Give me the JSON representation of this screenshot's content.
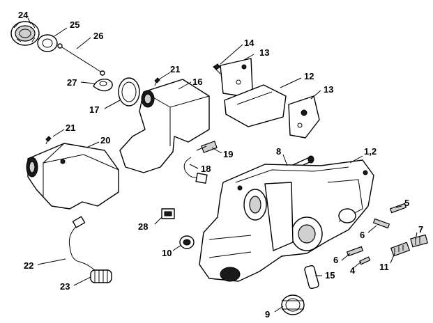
{
  "callouts": [
    {
      "id": "24",
      "label": "24"
    },
    {
      "id": "25",
      "label": "25"
    },
    {
      "id": "26",
      "label": "26"
    },
    {
      "id": "27",
      "label": "27"
    },
    {
      "id": "21a",
      "label": "21"
    },
    {
      "id": "17",
      "label": "17"
    },
    {
      "id": "16",
      "label": "16"
    },
    {
      "id": "14",
      "label": "14"
    },
    {
      "id": "13a",
      "label": "13"
    },
    {
      "id": "12",
      "label": "12"
    },
    {
      "id": "13b",
      "label": "13"
    },
    {
      "id": "21b",
      "label": "21"
    },
    {
      "id": "20",
      "label": "20"
    },
    {
      "id": "19",
      "label": "19"
    },
    {
      "id": "18",
      "label": "18"
    },
    {
      "id": "8",
      "label": "8"
    },
    {
      "id": "1-2",
      "label": "1,2"
    },
    {
      "id": "5",
      "label": "5"
    },
    {
      "id": "28",
      "label": "28"
    },
    {
      "id": "6a",
      "label": "6"
    },
    {
      "id": "7",
      "label": "7"
    },
    {
      "id": "10",
      "label": "10"
    },
    {
      "id": "11",
      "label": "11"
    },
    {
      "id": "6b",
      "label": "6"
    },
    {
      "id": "4",
      "label": "4"
    },
    {
      "id": "22",
      "label": "22"
    },
    {
      "id": "15",
      "label": "15"
    },
    {
      "id": "23",
      "label": "23"
    },
    {
      "id": "9",
      "label": "9"
    }
  ]
}
